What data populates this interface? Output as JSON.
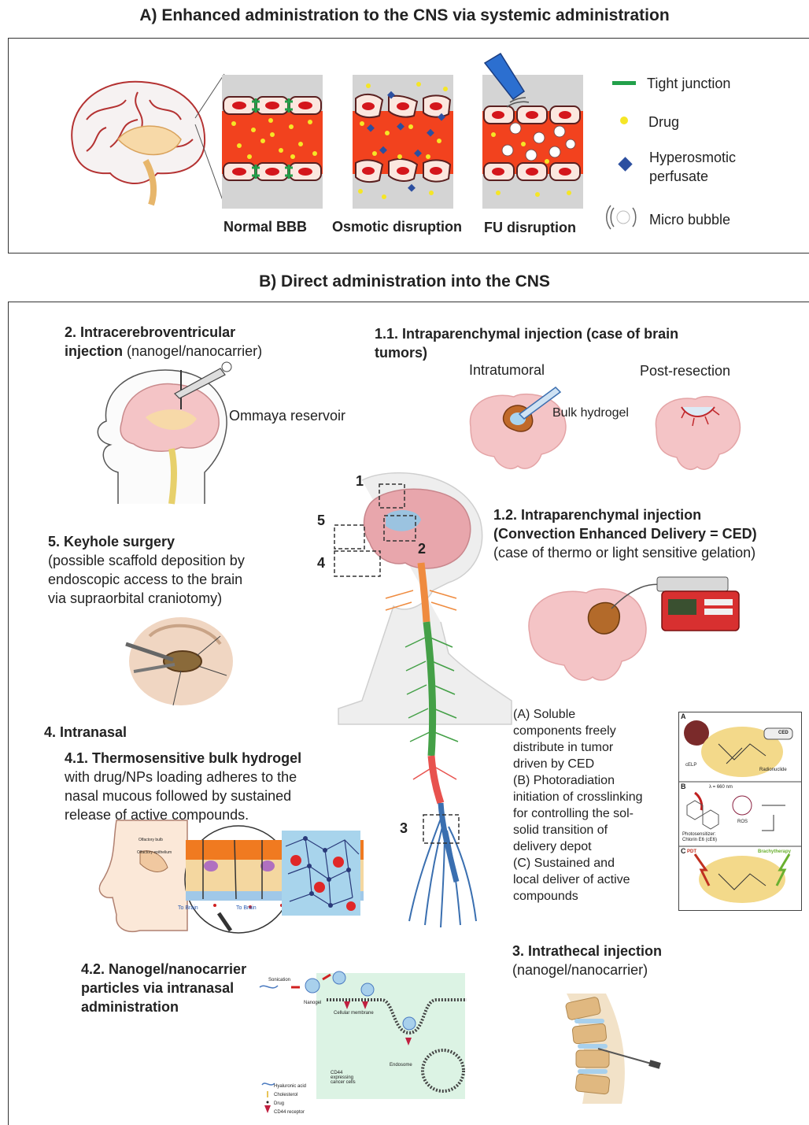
{
  "sectionA": {
    "title": "A) Enhanced administration to the CNS via systemic administration",
    "panels": [
      "Normal BBB",
      "Osmotic disruption",
      "FU disruption"
    ],
    "legend": [
      {
        "label": "Tight junction",
        "icon": "tight-junction-icon",
        "color": "#22a04a"
      },
      {
        "label": "Drug",
        "icon": "drug-dot-icon",
        "color": "#f5e626"
      },
      {
        "label": "Hyperosmotic perfusate",
        "icon": "diamond-icon",
        "color": "#2c4fa0"
      },
      {
        "label": "Micro bubble",
        "icon": "micro-bubble-icon",
        "color": "#ffffff"
      }
    ]
  },
  "sectionB": {
    "title": "B) Direct administration into the CNS",
    "icv": {
      "heading": "2. Intracerebroventricular",
      "heading2": "injection",
      "suffix": " (nanogel/nanocarrier)",
      "reservoir": "Ommaya reservoir"
    },
    "ip11": {
      "heading": "1.1. Intraparenchymal injection (case of brain",
      "heading2": "tumors)",
      "intratumoral": "Intratumoral",
      "postResection": "Post-resection",
      "bulk": "Bulk hydrogel"
    },
    "keyhole": {
      "heading": "5. Keyhole surgery",
      "lines": [
        "(possible scaffold deposition by",
        "endoscopic access to the brain",
        "via supraorbital craniotomy)"
      ]
    },
    "ip12": {
      "heading": "1.2. Intraparenchymal injection",
      "heading2": "(Convection Enhanced Delivery = CED)",
      "sub": "(case of thermo or light sensitive gelation)"
    },
    "markers": [
      "1",
      "5",
      "2",
      "4",
      "3"
    ],
    "ced_notes": [
      "(A) Soluble",
      "components freely",
      "distribute in tumor",
      "driven by CED",
      "(B) Photoradiation",
      "initiation of crosslinking",
      "for controlling the sol-",
      "solid transition of",
      "delivery depot",
      "(C) Sustained and",
      "local deliver of active",
      "compounds"
    ],
    "ced_figure": {
      "panelA": "A",
      "panelB": "B",
      "panelC": "C",
      "ced": "CED",
      "celp": "cELP",
      "radio": "Radionuclide",
      "wave": "λ = 660 nm",
      "ps": "Photosensitizer:",
      "ps2": "Chlorin E6 (cE6)",
      "ros": "ROS",
      "pdt": "PDT",
      "brachy": "Brachytherapy"
    },
    "intranasal": {
      "heading": "4. Intranasal",
      "sub_heading": "4.1. Thermosensitive bulk hydrogel",
      "lines": [
        "with drug/NPs loading adheres to the",
        "nasal mucous followed by sustained",
        "release of active compounds."
      ],
      "olf_bulb": "Olfactory bulb",
      "olf_epi": "Olfactory epithelium",
      "to_brain1": "To Brain",
      "to_brain2": "To Brain"
    },
    "nanogel": {
      "heading_lines": [
        "4.2. Nanogel/nanocarrier",
        "particles via intranasal",
        "administration"
      ],
      "sonication": "Sonication",
      "nanogel_label": "Nanogel",
      "membrane": "Cellular membrane",
      "endosome": "Endosome",
      "cells": "CD44 expressing cancer cells",
      "legend": [
        "Hyaluronic acid",
        "Cholesterol",
        "Drug",
        "CD44 receptor"
      ]
    },
    "intrathecal": {
      "heading": "3. Intrathecal injection",
      "sub": "(nanogel/nanocarrier)"
    }
  },
  "colors": {
    "vessel": "#f2421e",
    "cellFill": "#fbe7df",
    "nucleus": "#d4161c",
    "brainPink": "#f4c4c6",
    "spineOrange": "#ef8b3f",
    "spineGreen": "#44a047",
    "spineRed": "#e8524e",
    "spineBlue": "#3a6fb0"
  }
}
